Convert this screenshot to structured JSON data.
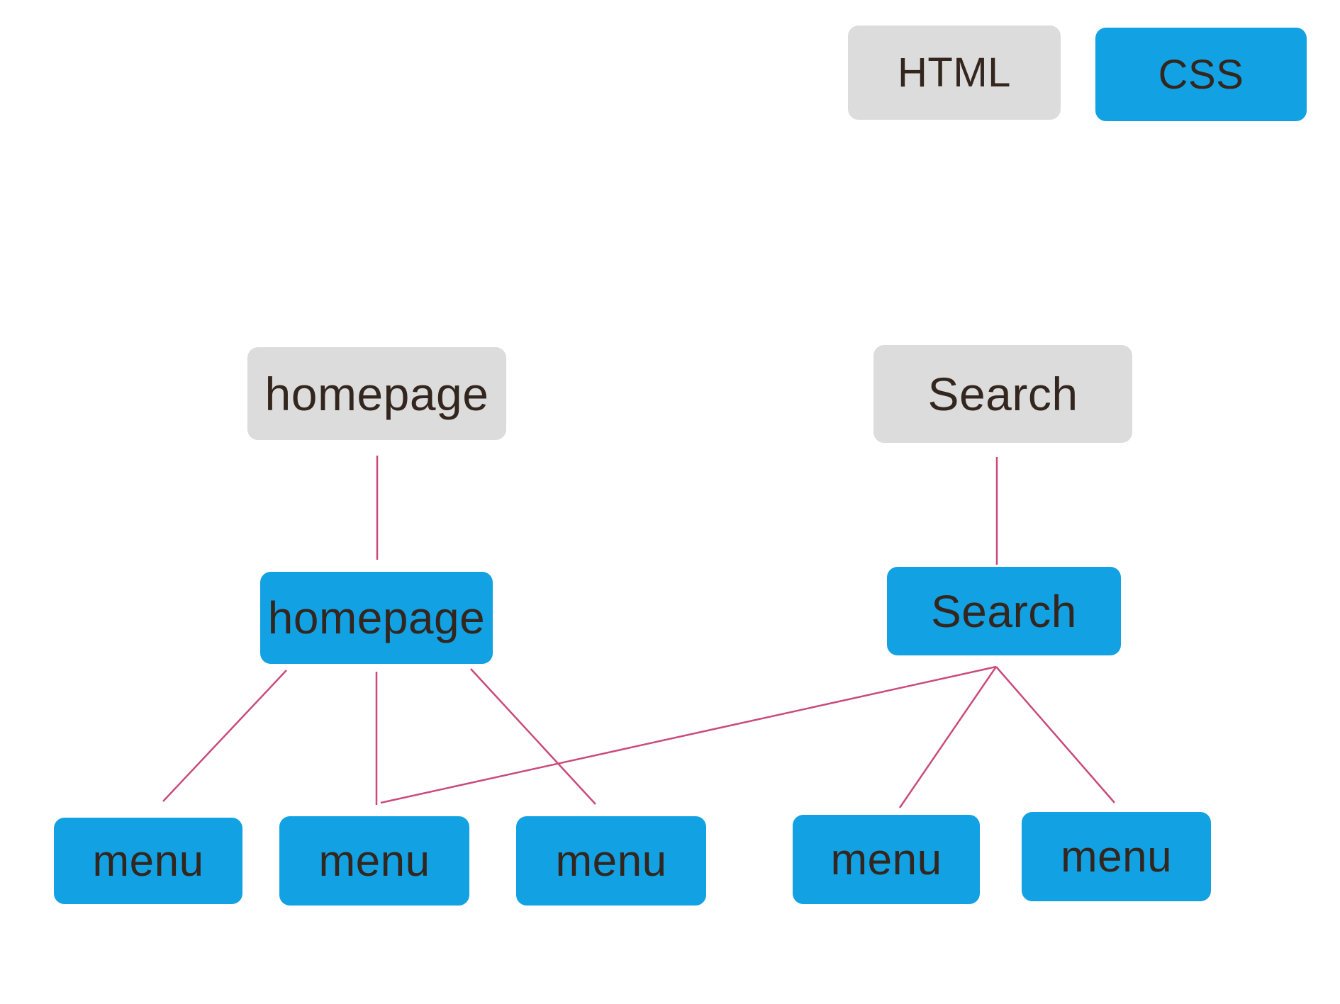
{
  "legend": {
    "html": {
      "label": "HTML"
    },
    "css": {
      "label": "CSS"
    }
  },
  "nodes": {
    "homepage_html": {
      "label": "homepage",
      "layer": "HTML"
    },
    "search_html": {
      "label": "Search",
      "layer": "HTML"
    },
    "homepage_css": {
      "label": "homepage",
      "layer": "CSS"
    },
    "search_css": {
      "label": "Search",
      "layer": "CSS"
    },
    "menu_1": {
      "label": "menu",
      "layer": "CSS"
    },
    "menu_2": {
      "label": "menu",
      "layer": "CSS"
    },
    "menu_3": {
      "label": "menu",
      "layer": "CSS"
    },
    "menu_4": {
      "label": "menu",
      "layer": "CSS"
    },
    "menu_5": {
      "label": "menu",
      "layer": "CSS"
    }
  },
  "connections": [
    {
      "from": "homepage_html",
      "to": "homepage_css"
    },
    {
      "from": "search_html",
      "to": "search_css"
    },
    {
      "from": "homepage_css",
      "to": "menu_1"
    },
    {
      "from": "homepage_css",
      "to": "menu_2"
    },
    {
      "from": "homepage_css",
      "to": "menu_3"
    },
    {
      "from": "search_css",
      "to": "menu_2"
    },
    {
      "from": "search_css",
      "to": "menu_4"
    },
    {
      "from": "search_css",
      "to": "menu_5"
    }
  ],
  "colors": {
    "html_box": "#dcdcdc",
    "css_box": "#12a1e3",
    "connector": "#c94a7c",
    "text": "#33261e",
    "background": "#ffffff"
  }
}
